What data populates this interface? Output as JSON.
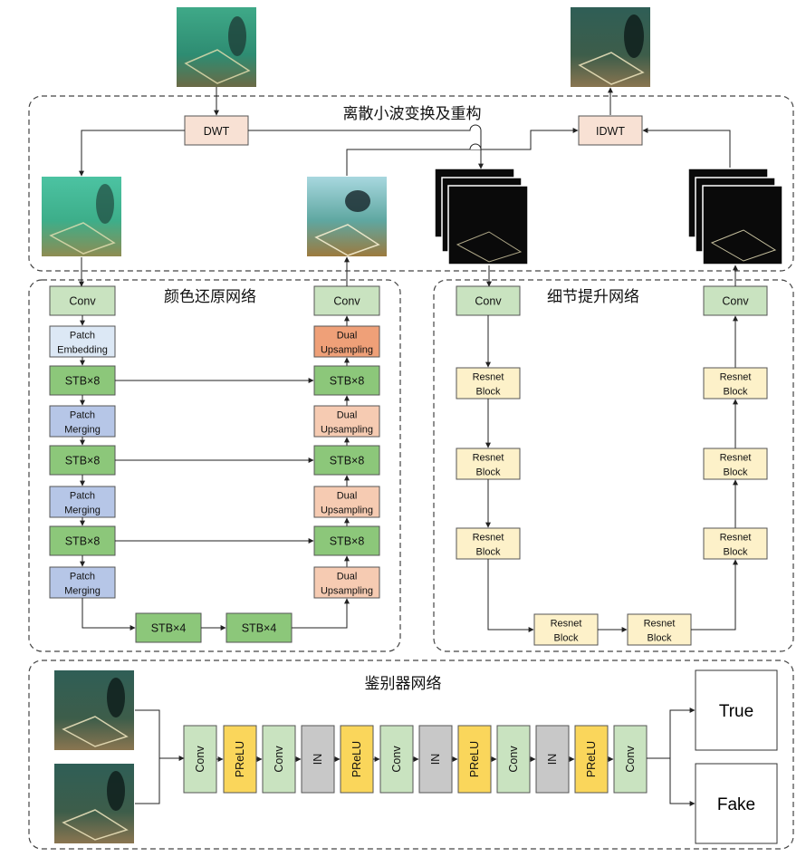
{
  "colors": {
    "conv_fill": "#C9E3C0",
    "stb_fill": "#8CC77A",
    "patch_embed_fill": "#DCE8F5",
    "patch_merge_fill": "#B6C6E7",
    "dual_up_light_fill": "#F6CBB2",
    "dual_up_dark_fill": "#EFA078",
    "resnet_fill": "#FDF1C9",
    "dwt_fill": "#F8E1D4",
    "prelu_fill": "#FAD65B",
    "in_fill": "#C8C8C8",
    "output_fill": "#FFFFFF",
    "underwater_image": "#2E7E6A",
    "wavelet_image": "#111111"
  },
  "wavelet": {
    "title": "离散小波变换及重构",
    "dwt": "DWT",
    "idwt": "IDWT"
  },
  "color_net": {
    "title": "颜色还原网络",
    "encoder": [
      "Conv",
      "Patch|Embedding",
      "STB×8",
      "Patch|Merging",
      "STB×8",
      "Patch|Merging",
      "STB×8",
      "Patch|Merging"
    ],
    "decoder": [
      "Conv",
      "Dual|Upsampling",
      "STB×8",
      "Dual|Upsampling",
      "STB×8",
      "Dual|Upsampling",
      "STB×8",
      "Dual|Upsampling"
    ],
    "bottleneck": [
      "STB×4",
      "STB×4"
    ]
  },
  "detail_net": {
    "title": "细节提升网络",
    "left": [
      "Conv",
      "Resnet|Block",
      "Resnet|Block",
      "Resnet|Block"
    ],
    "bottom": [
      "Resnet|Block",
      "Resnet|Block"
    ],
    "right": [
      "Conv",
      "Resnet|Block",
      "Resnet|Block",
      "Resnet|Block"
    ]
  },
  "discriminator": {
    "title": "鉴别器网络",
    "layers": [
      "Conv",
      "PReLU",
      "Conv",
      "IN",
      "PReLU",
      "Conv",
      "IN",
      "PReLU",
      "Conv",
      "IN",
      "PReLU",
      "Conv"
    ],
    "outputs": [
      "True",
      "Fake"
    ]
  }
}
